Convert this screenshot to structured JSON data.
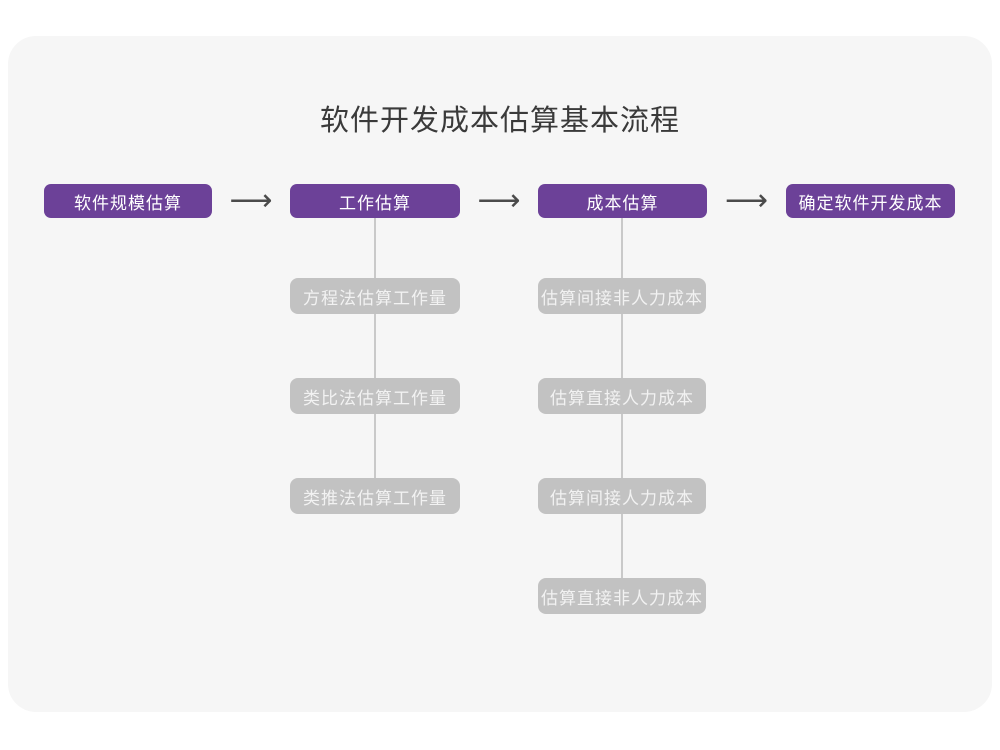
{
  "title": "软件开发成本估算基本流程",
  "arrow_glyph": "⟶",
  "colors": {
    "page_bg": "#FFFFFF",
    "card_bg": "#F6F6F6",
    "title_text": "#3A3A3A",
    "stage_fill": "#6C4198",
    "stage_text": "#FFFFFF",
    "sub_fill": "#C2C2C2",
    "sub_text": "#F2F2F2",
    "arrow": "#4B4B4B",
    "connector": "#C9C9C9"
  },
  "flow": {
    "stages": [
      {
        "label": "软件规模估算"
      },
      {
        "label": "工作估算",
        "children": [
          "方程法估算工作量",
          "类比法估算工作量",
          "类推法估算工作量"
        ]
      },
      {
        "label": "成本估算",
        "children": [
          "估算间接非人力成本",
          "估算直接人力成本",
          "估算间接人力成本",
          "估算直接非人力成本"
        ]
      },
      {
        "label": "确定软件开发成本"
      }
    ]
  }
}
